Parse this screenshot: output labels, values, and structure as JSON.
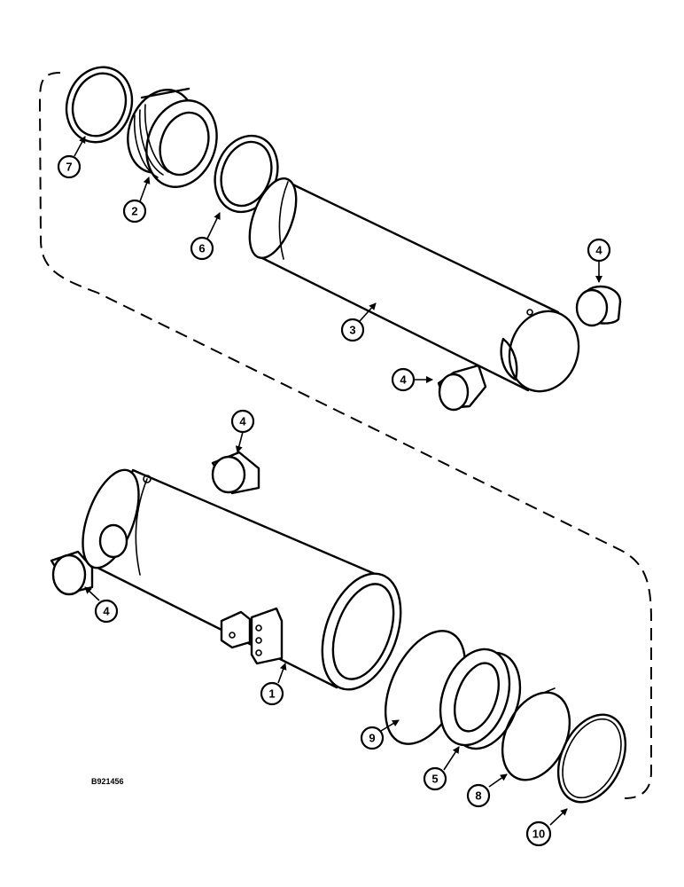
{
  "drawing_ref": "B921456",
  "callouts": {
    "c7": "7",
    "c2": "2",
    "c6": "6",
    "c3": "3",
    "c4a": "4",
    "c4b": "4",
    "c4c": "4",
    "c4d": "4",
    "c1": "1",
    "c9": "9",
    "c5": "5",
    "c8": "8",
    "c10": "10"
  }
}
